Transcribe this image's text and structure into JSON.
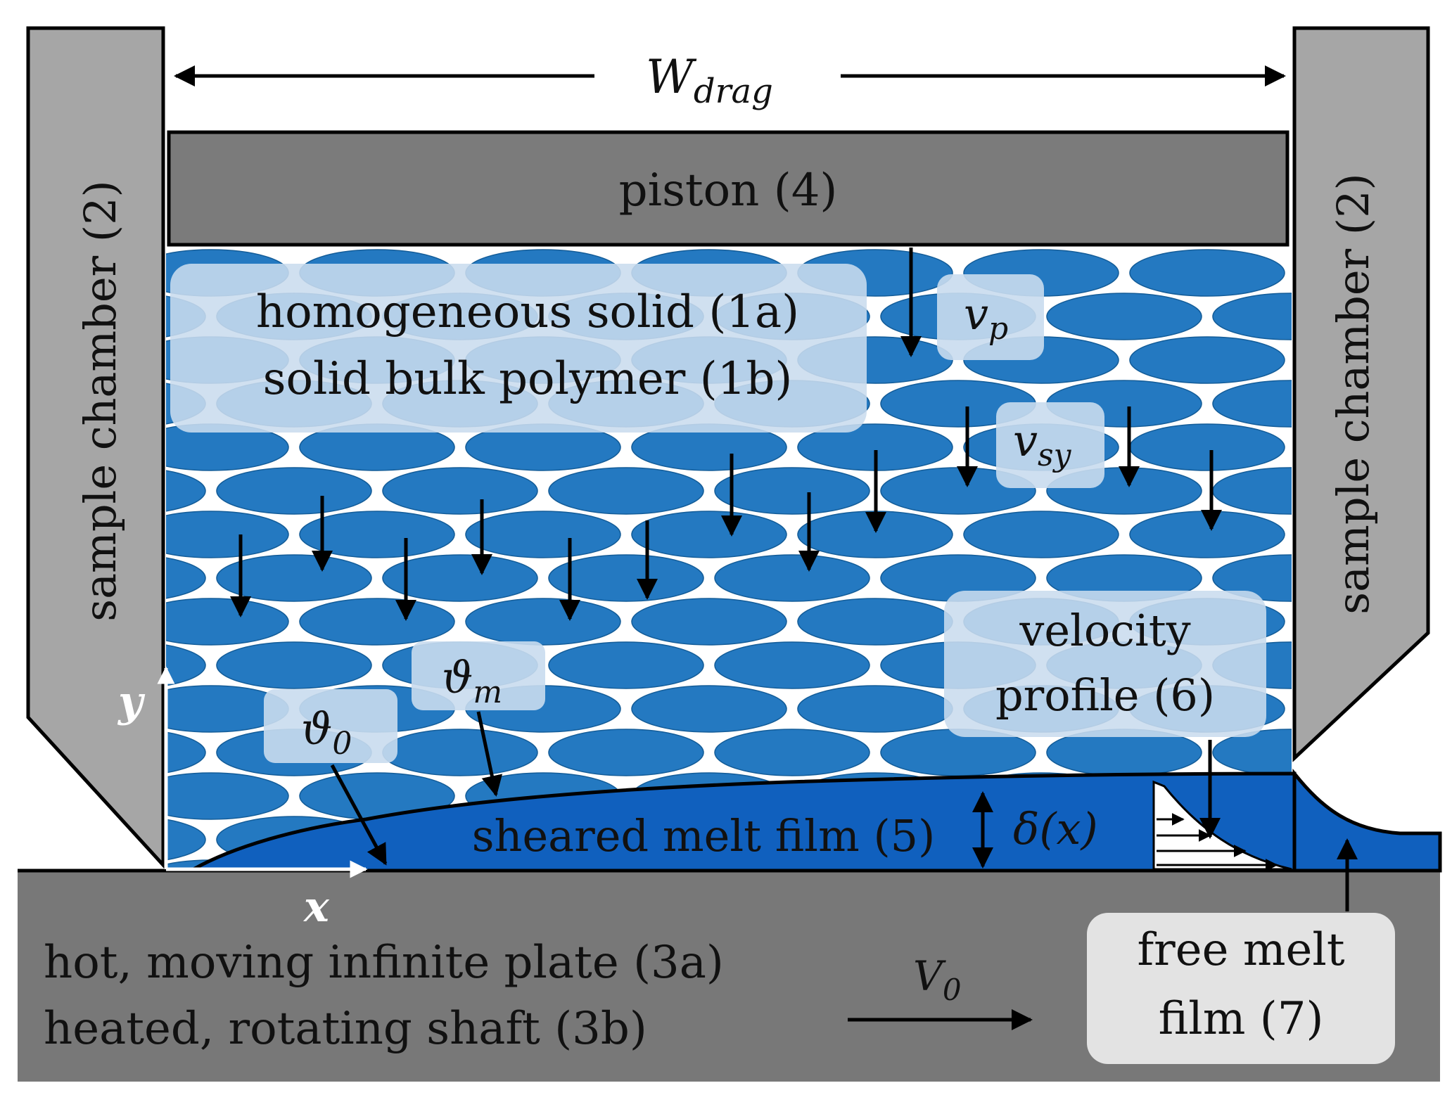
{
  "labels": {
    "w_drag": "W",
    "w_drag_sub": "drag",
    "piston": "piston (4)",
    "chamber_left": "sample chamber (2)",
    "chamber_right": "sample chamber (2)",
    "solid_line1": "homogeneous solid (1a)",
    "solid_line2": "solid bulk polymer (1b)",
    "vp": "v",
    "vp_sub": "p",
    "vsy": "v",
    "vsy_sub": "sy",
    "velocity_line1": "velocity",
    "velocity_line2": "profile (6)",
    "theta_m": "ϑ",
    "theta_m_sub": "m",
    "theta_0": "ϑ",
    "theta_0_sub": "0",
    "axis_y": "y",
    "axis_x": "x",
    "melt_film": "sheared melt film (5)",
    "delta": "δ(x)",
    "plate_line1": "hot, moving infinite plate (3a)",
    "plate_line2": "heated, rotating shaft (3b)",
    "v0": "V",
    "v0_sub": "0",
    "free_line1": "free melt",
    "free_line2": "film (7)"
  },
  "colors": {
    "polymer_blue": "#2479c1",
    "melt_blue": "#1060be",
    "piston_gray": "#7b7b7b",
    "chamber_gray": "#a6a6a6",
    "plate_gray": "#787878",
    "label_box": "#c9dcee",
    "free_box": "#e3e3e3"
  }
}
